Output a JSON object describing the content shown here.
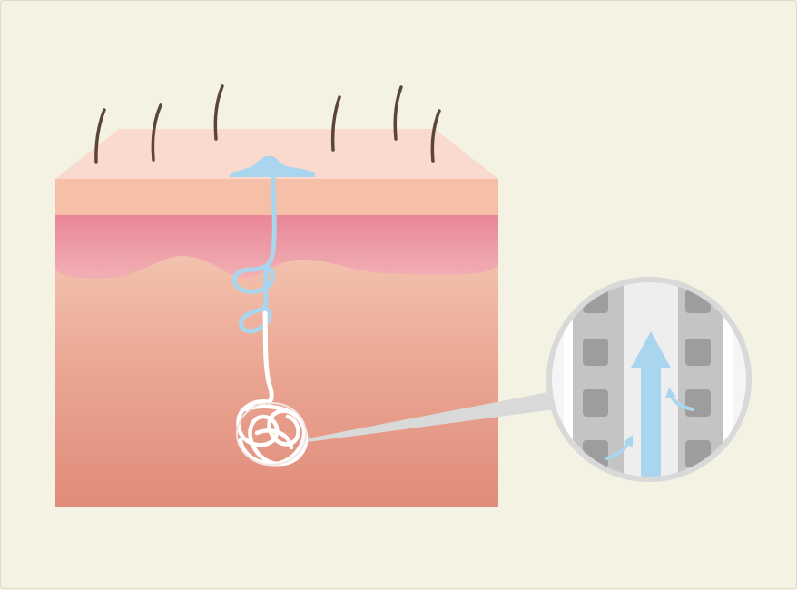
{
  "diagram": {
    "subject": "sweat-gland-skin-cross-section",
    "colors": {
      "background": "#f3f2e3",
      "skin_top": "#f9d8cc",
      "epidermis": "#f6c0a8",
      "dermis_band": "#ec95a2",
      "subcutis_top": "#f3c3ad",
      "subcutis_bottom": "#e08b79",
      "hair": "#5a4636",
      "sweat": "#a9d6ee",
      "gland_coil": "#ffffff",
      "duct_wall": "#b9b9b9",
      "duct_inner": "#eeeeee",
      "flow_arrow": "#a9d6ee"
    },
    "icons": [
      "hair-strand",
      "sweat-droplet",
      "gland-coil",
      "magnifier-callout",
      "flow-arrow"
    ]
  }
}
